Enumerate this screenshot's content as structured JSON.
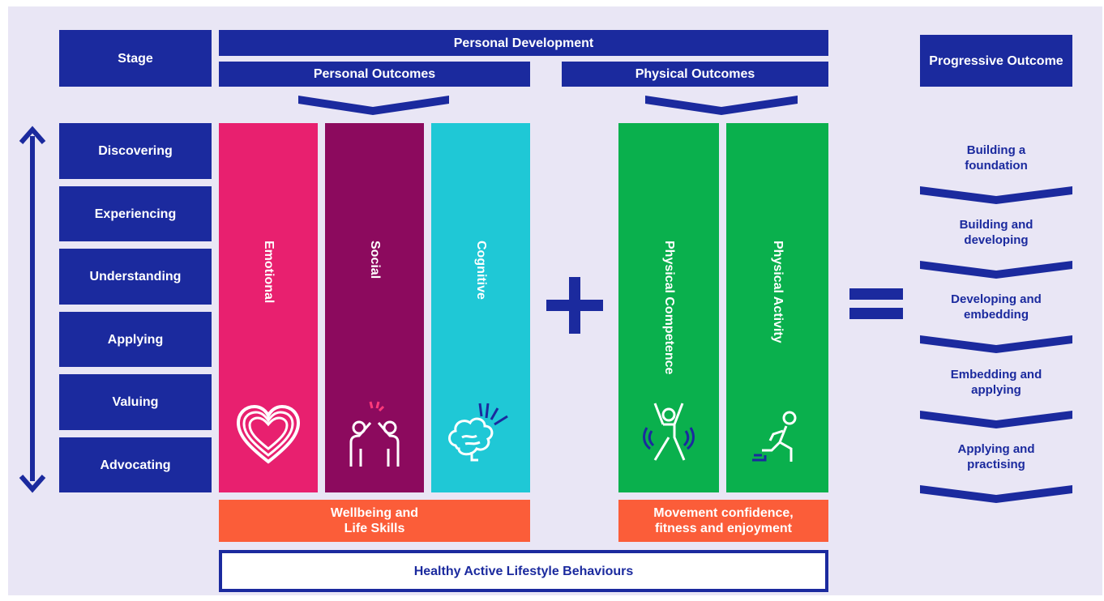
{
  "header": {
    "stage": "Stage",
    "personal_development": "Personal Development",
    "personal_outcomes": "Personal Outcomes",
    "physical_outcomes": "Physical Outcomes",
    "progressive_outcome": "Progressive Outcome"
  },
  "stages": [
    "Discovering",
    "Experiencing",
    "Understanding",
    "Applying",
    "Valuing",
    "Advocating"
  ],
  "personal_columns": [
    {
      "label": "Emotional",
      "color": "#e8206f",
      "icon": "heart-icon"
    },
    {
      "label": "Social",
      "color": "#8c0a5e",
      "icon": "high-five-icon"
    },
    {
      "label": "Cognitive",
      "color": "#1fc8d6",
      "icon": "brain-icon"
    }
  ],
  "physical_columns": [
    {
      "label": "Physical Competence",
      "color": "#0ab04d",
      "icon": "jumping-person-icon"
    },
    {
      "label": "Physical Activity",
      "color": "#0ab04d",
      "icon": "running-stairs-icon"
    }
  ],
  "footers": {
    "wellbeing": "Wellbeing and\nLife Skills",
    "movement": "Movement confidence,\nfitness and enjoyment",
    "healthy": "Healthy Active Lifestyle Behaviours"
  },
  "operators": {
    "plus": "plus-icon",
    "equals": "equals-icon"
  },
  "progressive_outcomes": [
    "Building a\nfoundation",
    "Building and\ndeveloping",
    "Developing and\nembedding",
    "Embedding and\napplying",
    "Applying and\npractising"
  ],
  "colors": {
    "navy": "#1b2a9e",
    "orange": "#fb5d39",
    "background": "#e9e6f5"
  }
}
